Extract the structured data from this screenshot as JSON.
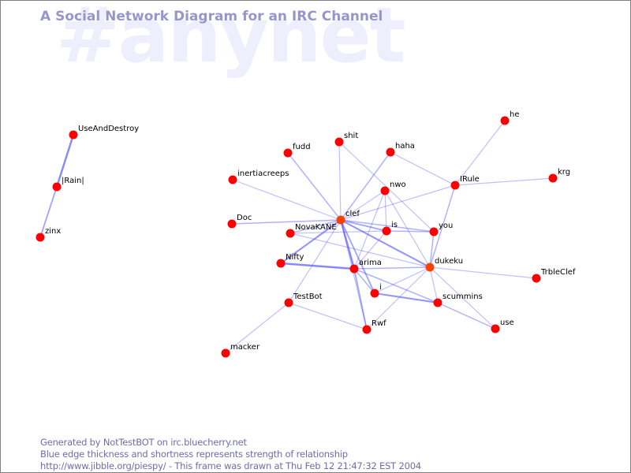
{
  "header": {
    "watermark": "#anynet",
    "title": "A Social Network Diagram for an IRC Channel"
  },
  "footer": {
    "line1": "Generated by NotTestBOT on irc.bluecherry.net",
    "line2": "Blue edge thickness and shortness represents strength of relationship",
    "line3": "http://www.jibble.org/piespy/ - This frame was drawn at Thu Feb 12 21:47:32 EST 2004"
  },
  "colors": {
    "node": "#ff0000",
    "node_hot": "#ff4000",
    "edge": "#5a5aff",
    "title": "#9696cc",
    "watermark": "#eeeefc",
    "footer": "#6d6da8"
  },
  "graph": {
    "nodes": [
      {
        "id": "UseAndDestroy",
        "hot": false
      },
      {
        "id": "|Rain|",
        "hot": false
      },
      {
        "id": "zinx",
        "hot": false
      },
      {
        "id": "he",
        "hot": false
      },
      {
        "id": "shit",
        "hot": false
      },
      {
        "id": "fudd",
        "hot": false
      },
      {
        "id": "haha",
        "hot": false
      },
      {
        "id": "krg",
        "hot": false
      },
      {
        "id": "inertiacreeps",
        "hot": false
      },
      {
        "id": "IRule",
        "hot": false
      },
      {
        "id": "nwo",
        "hot": false
      },
      {
        "id": "Doc",
        "hot": false
      },
      {
        "id": "clef",
        "hot": true
      },
      {
        "id": "is",
        "hot": false
      },
      {
        "id": "you",
        "hot": false
      },
      {
        "id": "NovaKANE",
        "hot": false
      },
      {
        "id": "Nifty",
        "hot": false
      },
      {
        "id": "arima",
        "hot": false
      },
      {
        "id": "dukeku",
        "hot": true
      },
      {
        "id": "TrbleClef",
        "hot": false
      },
      {
        "id": "i",
        "hot": false
      },
      {
        "id": "TestBot",
        "hot": false
      },
      {
        "id": "scummins",
        "hot": false
      },
      {
        "id": "Rwf",
        "hot": false
      },
      {
        "id": "use",
        "hot": false
      },
      {
        "id": "macker",
        "hot": false
      }
    ],
    "edges": [
      {
        "source": "UseAndDestroy",
        "target": "|Rain|",
        "strength": 3
      },
      {
        "source": "|Rain|",
        "target": "zinx",
        "strength": 2
      },
      {
        "source": "clef",
        "target": "fudd",
        "strength": 1.5
      },
      {
        "source": "clef",
        "target": "shit",
        "strength": 1
      },
      {
        "source": "clef",
        "target": "haha",
        "strength": 1.5
      },
      {
        "source": "clef",
        "target": "inertiacreeps",
        "strength": 1
      },
      {
        "source": "clef",
        "target": "Doc",
        "strength": 1.5
      },
      {
        "source": "clef",
        "target": "nwo",
        "strength": 1
      },
      {
        "source": "clef",
        "target": "IRule",
        "strength": 1
      },
      {
        "source": "clef",
        "target": "is",
        "strength": 2
      },
      {
        "source": "clef",
        "target": "you",
        "strength": 1.5
      },
      {
        "source": "clef",
        "target": "NovaKANE",
        "strength": 1.5
      },
      {
        "source": "clef",
        "target": "Nifty",
        "strength": 2.5
      },
      {
        "source": "clef",
        "target": "arima",
        "strength": 3
      },
      {
        "source": "clef",
        "target": "dukeku",
        "strength": 2.5
      },
      {
        "source": "clef",
        "target": "i",
        "strength": 2
      },
      {
        "source": "clef",
        "target": "TestBot",
        "strength": 1
      },
      {
        "source": "clef",
        "target": "Rwf",
        "strength": 1
      },
      {
        "source": "shit",
        "target": "you",
        "strength": 1
      },
      {
        "source": "haha",
        "target": "IRule",
        "strength": 1
      },
      {
        "source": "he",
        "target": "IRule",
        "strength": 1
      },
      {
        "source": "krg",
        "target": "IRule",
        "strength": 1
      },
      {
        "source": "IRule",
        "target": "dukeku",
        "strength": 1.5
      },
      {
        "source": "nwo",
        "target": "is",
        "strength": 1
      },
      {
        "source": "nwo",
        "target": "dukeku",
        "strength": 1
      },
      {
        "source": "nwo",
        "target": "arima",
        "strength": 1
      },
      {
        "source": "is",
        "target": "you",
        "strength": 1.5
      },
      {
        "source": "is",
        "target": "NovaKANE",
        "strength": 1
      },
      {
        "source": "is",
        "target": "arima",
        "strength": 1
      },
      {
        "source": "you",
        "target": "dukeku",
        "strength": 1.5
      },
      {
        "source": "NovaKANE",
        "target": "dukeku",
        "strength": 1
      },
      {
        "source": "Nifty",
        "target": "arima",
        "strength": 3
      },
      {
        "source": "arima",
        "target": "dukeku",
        "strength": 1.5
      },
      {
        "source": "arima",
        "target": "i",
        "strength": 1.5
      },
      {
        "source": "arima",
        "target": "scummins",
        "strength": 1.5
      },
      {
        "source": "arima",
        "target": "Rwf",
        "strength": 2
      },
      {
        "source": "dukeku",
        "target": "TrbleClef",
        "strength": 1
      },
      {
        "source": "dukeku",
        "target": "i",
        "strength": 1
      },
      {
        "source": "dukeku",
        "target": "scummins",
        "strength": 1
      },
      {
        "source": "dukeku",
        "target": "use",
        "strength": 1
      },
      {
        "source": "dukeku",
        "target": "Rwf",
        "strength": 1
      },
      {
        "source": "i",
        "target": "scummins",
        "strength": 2.5
      },
      {
        "source": "scummins",
        "target": "use",
        "strength": 1.5
      },
      {
        "source": "TestBot",
        "target": "Rwf",
        "strength": 1
      },
      {
        "source": "TestBot",
        "target": "macker",
        "strength": 1
      }
    ]
  }
}
